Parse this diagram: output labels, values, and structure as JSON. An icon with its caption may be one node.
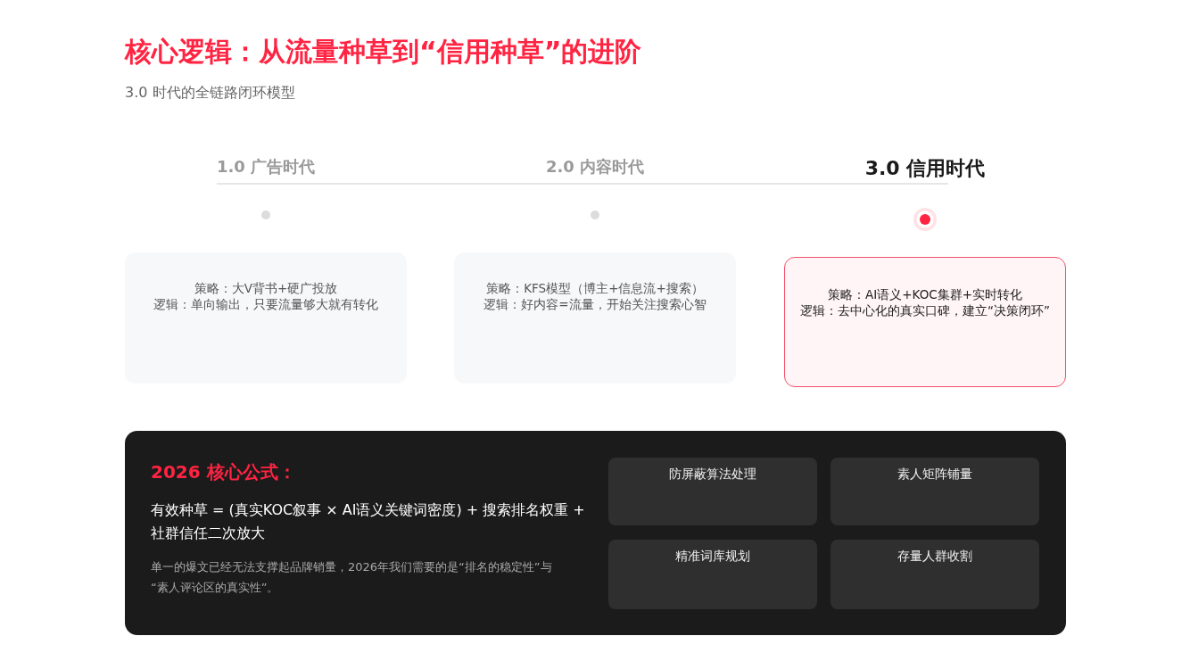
{
  "diagram": {
    "title": "核心逻辑：从流量种草到“信用种草”的进阶",
    "nodes": [
      {
        "text": [
          "策略：大V背书+硬广投放",
          "逻辑：单向输出，只要流量够大就有转化"
        ]
      },
      {
        "text": [
          "策略：KFS模型（博主+信息流+搜索）",
          "逻辑：好内容=流量，开始关注搜索心智"
        ]
      },
      {
        "text": [
          "策略：AI语义+KOC集群+实时转化",
          "逻辑：去中心化的真实口碑，建立“决策闭环”"
        ]
      },
      {
        "text": [
          "2026 核心公式：",
          "有效种草 = (真实KOC叙事 × AI语义关键词密度) + 搜索排名权重 + 社群信任二次放大",
          "单一的爆文已经无法支撑起品牌销量，2026年我们需要的是“排名的稳定性”与“素人评论区的真实性”。"
        ]
      },
      {
        "text": [
          "防屏蔽算法处理"
        ],
        "in": 3
      },
      {
        "text": [
          "素人矩阵铺量"
        ],
        "in": 3
      },
      {
        "text": [
          "精准词库规划"
        ],
        "in": 3
      },
      {
        "text": [
          "存量人群收割"
        ],
        "in": 3
      }
    ],
    "labels": [
      "3.0 时代的全链路闭环模型",
      "1.0 广告时代",
      "2.0 内容时代",
      "3.0 信用时代"
    ]
  }
}
